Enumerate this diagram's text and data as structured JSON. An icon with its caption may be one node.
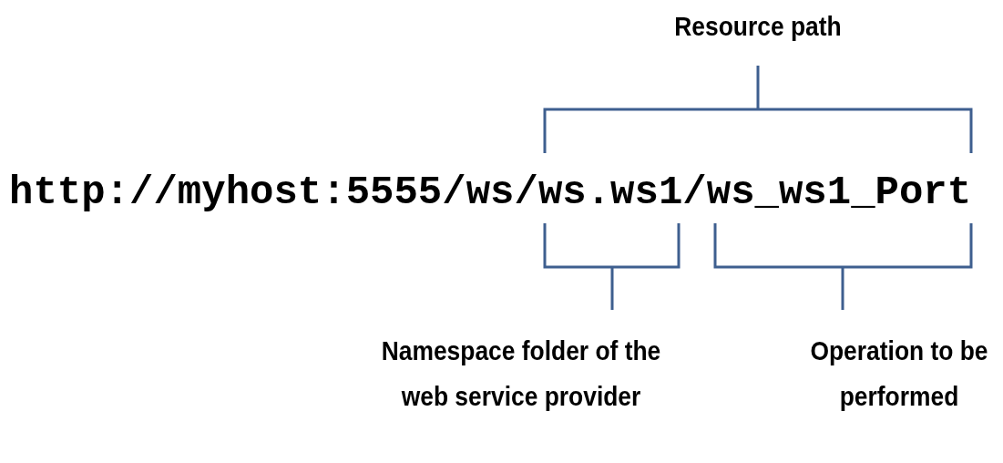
{
  "diagram": {
    "labels": [
      "Resource path",
      "http://myhost:5555/ws/ws.ws1/ws_ws1_Port",
      "Namespace folder of the web service provider",
      "Operation to be performed"
    ]
  }
}
